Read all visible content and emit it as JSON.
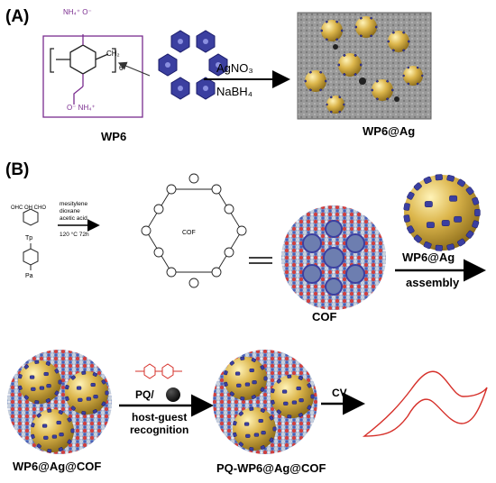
{
  "panel_a": {
    "label": "(A)",
    "monomer_name": "WP6",
    "repeat_count": "6",
    "substituent_top": "NH₄⁺ O⁻",
    "substituent_bottom": "O⁻ NH₄⁺",
    "methylene": "CH₂",
    "reagent_top": "AgNO₃",
    "reagent_bottom": "NaBH₄",
    "product_name": "WP6@Ag"
  },
  "panel_b": {
    "label": "(B)",
    "reactant_1": "Tp",
    "reactant_2": "Pa",
    "tp_groups": "OHC OH CHO",
    "conditions": [
      "mesitylene",
      "dioxane",
      "acetic acid",
      "120 °C 72h"
    ],
    "cof_center": "COF",
    "cof_model_label": "COF",
    "assembly_top": "WP6@Ag",
    "assembly_bottom": "assembly",
    "guest_label": "PQ/",
    "recognition_top": "host-guest",
    "recognition_bottom": "recognition",
    "cv_label": "CV",
    "composite_1": "WP6@Ag@COF",
    "composite_2": "PQ-WP6@Ag@COF"
  },
  "colors": {
    "purple": "#7a2c8f",
    "gold": "#d9b44a",
    "pillar_blue": "#3b3fa0",
    "cv_red": "#d6302a"
  }
}
